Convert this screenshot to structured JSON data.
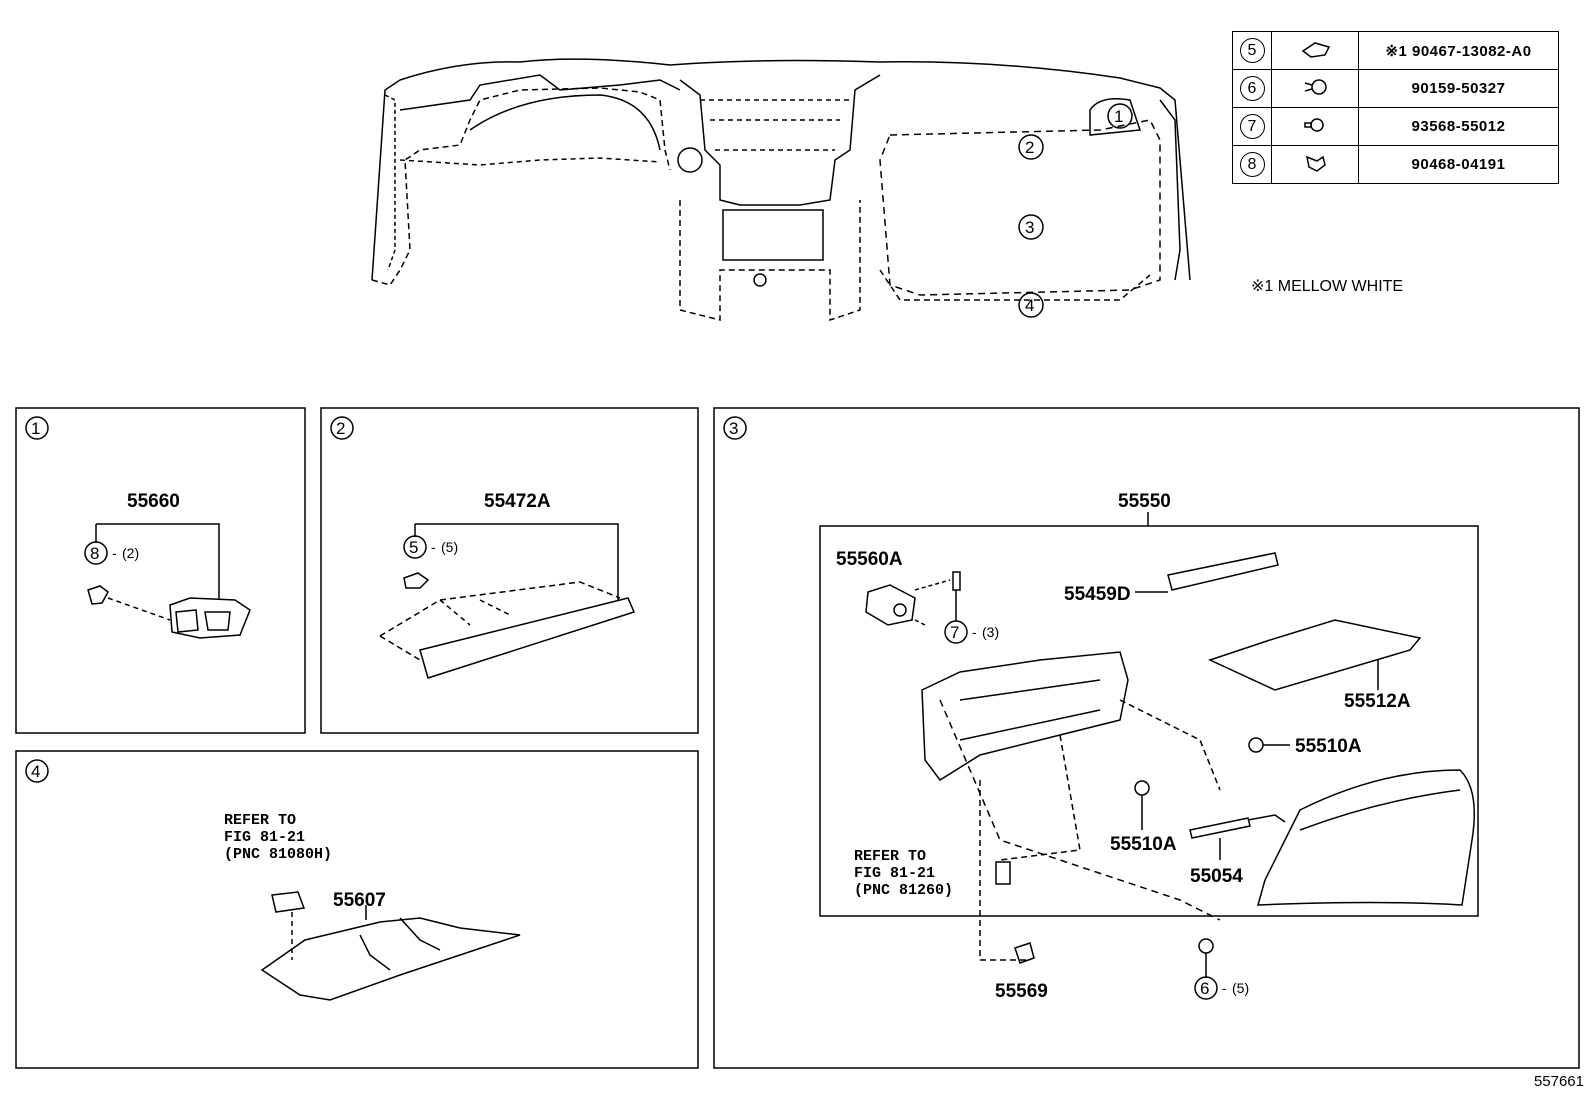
{
  "legend_table": [
    {
      "num": "5",
      "icon": "clip-icon",
      "part": "※1 90467-13082-A0"
    },
    {
      "num": "6",
      "icon": "screw-icon",
      "part": "90159-50327"
    },
    {
      "num": "7",
      "icon": "bolt-icon",
      "part": "93568-55012"
    },
    {
      "num": "8",
      "icon": "clamp-icon",
      "part": "90468-04191"
    }
  ],
  "note": "※1 MELLOW WHITE",
  "overview_callouts": [
    "1",
    "2",
    "3",
    "4"
  ],
  "panels": {
    "p1": {
      "num": "1",
      "part": "55660",
      "fastener": "8",
      "qty": "(2)"
    },
    "p2": {
      "num": "2",
      "part": "55472A",
      "fastener": "5",
      "qty": "(5)"
    },
    "p3": {
      "num": "3",
      "assembly": "55550",
      "parts": [
        "55560A",
        "55459D",
        "55512A",
        "55510A",
        "55510A",
        "55054",
        "55569"
      ],
      "fastener7": "7",
      "qty7": "(3)",
      "fastener6": "6",
      "qty6": "(5)",
      "refer": "REFER TO\nFIG 81-21\n(PNC 81260)"
    },
    "p4": {
      "num": "4",
      "part": "55607",
      "refer": "REFER TO\nFIG 81-21\n(PNC 81080H)"
    }
  },
  "image_id": "557661"
}
